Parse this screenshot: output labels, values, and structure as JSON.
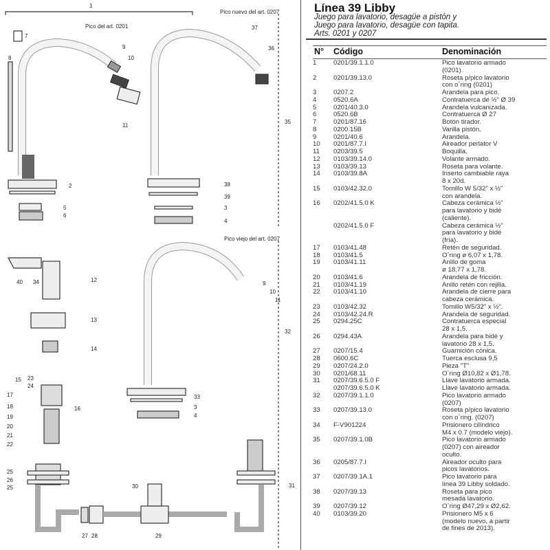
{
  "header": {
    "title": "Línea 39 Libby",
    "subtitle_lines": [
      "Juego para lavatorio, desagüe a pistón y",
      "Juego para lavatorio, desagüe con tapita.",
      "Arts. 0201 y 0207"
    ]
  },
  "table": {
    "columns": [
      "N°",
      "Código",
      "Denominación"
    ],
    "rows": [
      {
        "n": "1",
        "code": "0201/39.1.1.0",
        "desc": "Pico lavatorio armado\n(0201)."
      },
      {
        "n": "2",
        "code": "0201/39.13.0",
        "desc": "Roseta p/pico lavatorio\ncon o´ring (0201)"
      },
      {
        "n": "3",
        "code": "0207.2",
        "desc": "Arandela para pico."
      },
      {
        "n": "4",
        "code": "0520.6A",
        "desc": "Contratuerca de ½\" Ø 39"
      },
      {
        "n": "5",
        "code": "0201/40.3.0",
        "desc": "Arandela vulcanizada."
      },
      {
        "n": "6",
        "code": "0520.6B",
        "desc": "Contratuerca Ø 27"
      },
      {
        "n": "7",
        "code": "0201/87.16",
        "desc": "Botón tirador."
      },
      {
        "n": "8",
        "code": "0200.15B",
        "desc": "Varilla pistón."
      },
      {
        "n": "9",
        "code": "0201/40.6",
        "desc": "Arandela."
      },
      {
        "n": "10",
        "code": "0201/87.7.I",
        "desc": "Aireador perlator V"
      },
      {
        "n": "11",
        "code": "0203/39.5",
        "desc": "Boquilla."
      },
      {
        "n": "12",
        "code": "0103/39.14.0",
        "desc": "Volante armado."
      },
      {
        "n": "13",
        "code": "0103/39.13",
        "desc": "Roseta para volante."
      },
      {
        "n": "14",
        "code": "0103/39.8A",
        "desc": "Inserto cambiable raya\n8 x 20d."
      },
      {
        "n": "15",
        "code": "0103/42.32.0",
        "desc": "Tornillo W 5/32\" x ½\"\ncon arandela."
      },
      {
        "n": "16",
        "code": "0202/41.5.0 K",
        "desc": "Cabeza cerámica ½\"\npara lavatorio y bidé\n(caliente)."
      },
      {
        "n": "",
        "code": "0202/41.5.0 F",
        "desc": "Cabeza cerámica ½\"\npara lavatorio y bidé\n(fría)."
      },
      {
        "n": "17",
        "code": "0103/41.48",
        "desc": "Retén de seguridad."
      },
      {
        "n": "18",
        "code": "0103/41.5",
        "desc": "O´ring ø 6,07 x 1,78."
      },
      {
        "n": "19",
        "code": "0103/41.11",
        "desc": "Anillo de goma\nø 18,77 x 1,78."
      },
      {
        "n": "20",
        "code": "0103/41.6",
        "desc": "Arandela de fricción."
      },
      {
        "n": "21",
        "code": "0103/41.19",
        "desc": "Anillo retén con rejilla."
      },
      {
        "n": "22",
        "code": "0103/41.10",
        "desc": "Arandela de cierre para\ncabeza cerámica."
      },
      {
        "n": "23",
        "code": "0103/42.32",
        "desc": "Tornillo W5/32\" x ½\"."
      },
      {
        "n": "24",
        "code": "0103/42.24.R",
        "desc": "Arandela de seguridad."
      },
      {
        "n": "25",
        "code": "0294.25C",
        "desc": "Contratuerca especial\n28 x 1,5."
      },
      {
        "n": "26",
        "code": "0294.43A",
        "desc": "Arandela para bidé y\nlavatorio 28 x 1,5."
      },
      {
        "n": "27",
        "code": "0207/15.4",
        "desc": "Guarnición cónica."
      },
      {
        "n": "28",
        "code": "0600.6C",
        "desc": "Tuerca esclusa 9,5"
      },
      {
        "n": "29",
        "code": "0207/24.2.0",
        "desc": "Pieza \"T\""
      },
      {
        "n": "30",
        "code": "0201/68.11",
        "desc": "O´ring Ø10,82 x Ø1,78."
      },
      {
        "n": "31",
        "code": "0207/39.6.5.0 F",
        "desc": "Llave lavatorio armada."
      },
      {
        "n": "",
        "code": "0207/39.6.5.0 K",
        "desc": "Llave lavatorio armada."
      },
      {
        "n": "32",
        "code": "0207/39.1.1.0",
        "desc": "Pico lavatorio armado\n(0207)"
      },
      {
        "n": "33",
        "code": "0207/39.13.0",
        "desc": "Roseta p/pico lavatorio\ncon o´ring. (0207)"
      },
      {
        "n": "34",
        "code": "F-V901224",
        "desc": "Prisionero cilíndrico\nM4 x 0.7 (modelo viejo)."
      },
      {
        "n": "35",
        "code": "0207/39.1.0B",
        "desc": "Pico lavatorio armado\n(0207) con aireador\noculto."
      },
      {
        "n": "36",
        "code": "0205/87.7.I",
        "desc": "Aireador oculto para\npicos lavatorios."
      },
      {
        "n": "37",
        "code": "0207/39.1A.1",
        "desc": "Pico lavatorio para\nlínea 39 Libby soldado."
      },
      {
        "n": "38",
        "code": "0207/39.13",
        "desc": "Roseta para pico\nmesada lavatorio."
      },
      {
        "n": "39",
        "code": "0207/39.12",
        "desc": "O´ring Ø47,29 x Ø2,62."
      },
      {
        "n": "40",
        "code": "0103/39.20",
        "desc": "Prisionero M5 x 6\n(modelo nuevo, a partir\nde fines de 2013)."
      }
    ]
  },
  "diagram": {
    "captions": {
      "pico_0201": "Pico del art. 0201",
      "pico_nuevo": "Pico nuevo del art. 0207",
      "pico_viejo": "Pico viejo del art. 0207"
    },
    "callouts": [
      "1",
      "7",
      "8",
      "9",
      "10",
      "11",
      "2",
      "5",
      "6",
      "37",
      "36",
      "35",
      "38",
      "39",
      "3",
      "4",
      "40",
      "34",
      "12",
      "13",
      "14",
      "15",
      "23",
      "24",
      "17",
      "18",
      "19",
      "20",
      "21",
      "22",
      "16",
      "9",
      "10",
      "11",
      "32",
      "33",
      "3",
      "4",
      "25",
      "26",
      "25",
      "30",
      "31",
      "27",
      "28",
      "29"
    ]
  }
}
